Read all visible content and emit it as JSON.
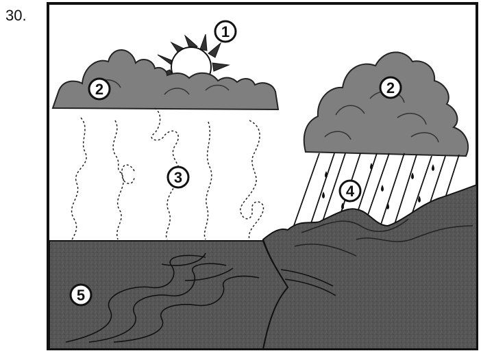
{
  "question_number": "30.",
  "labels": {
    "sun": "1",
    "cloud_left": "2",
    "cloud_right": "2",
    "evaporation": "3",
    "precipitation": "4",
    "water_body": "5"
  },
  "colors": {
    "cloud": "#7f7f7f",
    "cloud_dark": "#5e5e5e",
    "water": "#4a4a4a",
    "mountain": "#555555",
    "line": "#111111",
    "background": "#ffffff"
  }
}
